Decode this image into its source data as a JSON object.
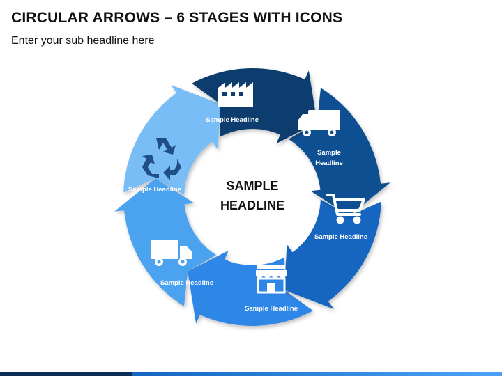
{
  "header": {
    "title": "CIRCULAR ARROWS – 6 STAGES WITH ICONS",
    "subtitle": "Enter your sub headline here"
  },
  "center": {
    "line1": "SAMPLE",
    "line2": "HEADLINE"
  },
  "stages": [
    {
      "label_line1": "Sample Headline",
      "label_line2": "",
      "icon": "factory-icon",
      "color": "#0d3c6e"
    },
    {
      "label_line1": "Sample",
      "label_line2": "Headline",
      "icon": "truck-icon",
      "color": "#0b4f91"
    },
    {
      "label_line1": "Sample Headline",
      "label_line2": "",
      "icon": "shopping-cart-icon",
      "color": "#1565c0"
    },
    {
      "label_line1": "Sample Headline",
      "label_line2": "",
      "icon": "store-icon",
      "color": "#2e86e6"
    },
    {
      "label_line1": "Sample Headline",
      "label_line2": "",
      "icon": "truck-icon",
      "color": "#4ba2ef"
    },
    {
      "label_line1": "Sample Headline",
      "label_line2": "",
      "icon": "recycle-icon",
      "color": "#79bdf7"
    }
  ],
  "footer": {
    "colors": [
      "#0d2f57",
      "#1565c0",
      "#4fa3f7"
    ]
  }
}
